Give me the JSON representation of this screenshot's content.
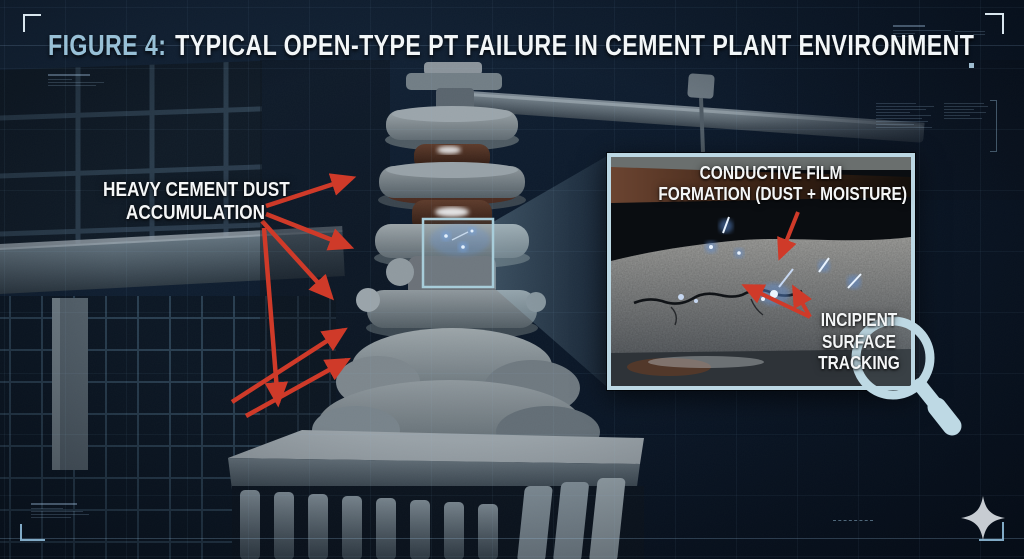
{
  "figure": {
    "label": "FIGURE 4:",
    "title": "TYPICAL OPEN-TYPE PT FAILURE IN CEMENT PLANT ENVIRONMENT"
  },
  "photo_label": {
    "line1": "HEAVY CEMENT DUST",
    "line2": "ACCUMULATION"
  },
  "inset": {
    "film": {
      "line1": "CONDUCTIVE FILM",
      "line2": "FORMATION (DUST + MOISTURE)"
    },
    "tracking": {
      "line1": "INCIPIENT",
      "line2": "SURFACE",
      "line3": "TRACKING"
    }
  },
  "icons": {
    "magnifier": "magnifying-glass",
    "sparkle": "four-point-star-logo"
  },
  "colors": {
    "accent_red": "#cf3a29",
    "ui_blue": "#bcd8e4",
    "figure_label_blue": "#98c0d6",
    "title_white": "#f2f6f8",
    "background_navy": "#0d1a2a",
    "spark_blue": "#6f9fe0"
  }
}
